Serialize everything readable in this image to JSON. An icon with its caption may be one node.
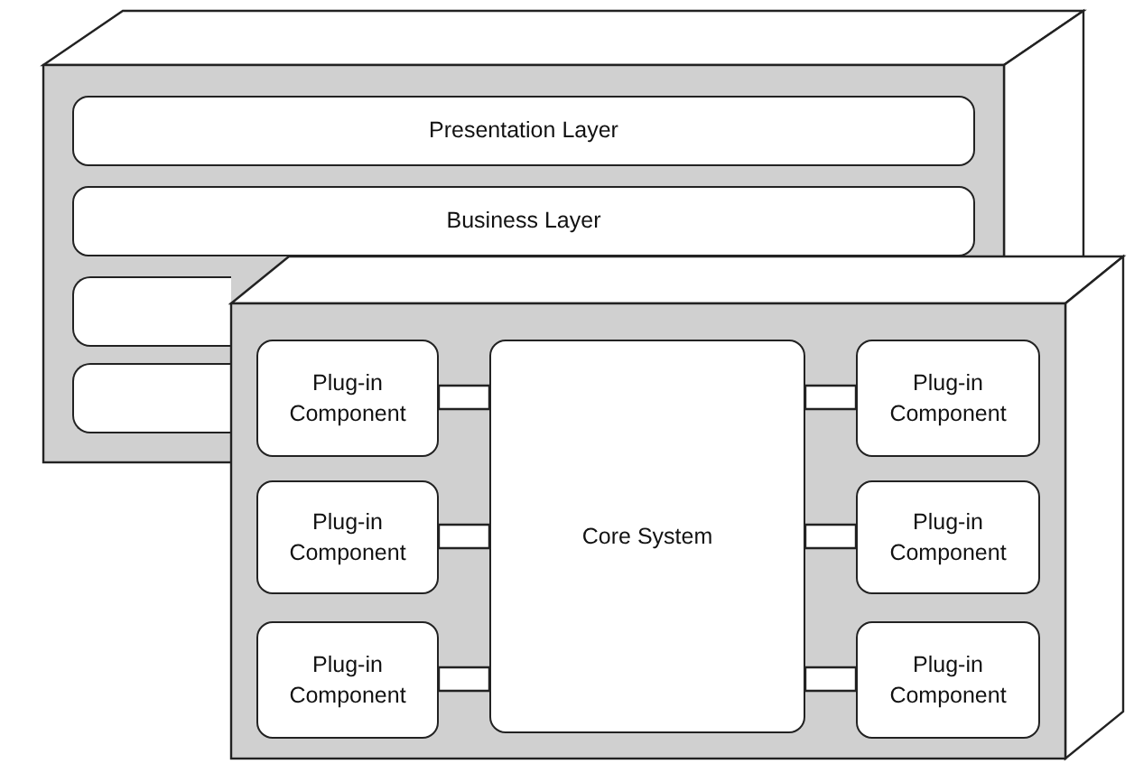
{
  "diagram": {
    "nodes": [
      {
        "text": [],
        "shape": "box"
      },
      {
        "text": [
          "Presentation Layer"
        ],
        "in": 0
      },
      {
        "text": [
          "Business Layer"
        ],
        "in": 0
      },
      {
        "text": [],
        "shape": "bar",
        "in": 0
      },
      {
        "text": [],
        "shape": "bar",
        "in": 0
      },
      {
        "text": [],
        "shape": "box"
      },
      {
        "text": [
          "Plug-in Component"
        ]
      },
      {
        "text": [
          "Plug-in Component"
        ],
        "in": 5
      },
      {
        "text": [
          "Plug-in Component"
        ],
        "in": 5
      },
      {
        "text": [
          "Core System"
        ],
        "in": 5
      },
      {
        "text": [
          "Plug-in Component"
        ],
        "in": 5
      },
      {
        "text": [
          "Plug-in Component"
        ],
        "in": 5
      },
      {
        "text": [
          "Plug-in Component"
        ],
        "in": 5
      }
    ],
    "edges": [
      {
        "from": 6,
        "to": 9,
        "arrow": "none"
      },
      {
        "from": 7,
        "to": 9,
        "arrow": "none"
      },
      {
        "from": 8,
        "to": 9,
        "arrow": "none"
      },
      {
        "from": 9,
        "to": 10,
        "arrow": "none"
      },
      {
        "from": 9,
        "to": 11,
        "arrow": "none"
      },
      {
        "from": 9,
        "to": 12,
        "arrow": "none"
      }
    ]
  }
}
